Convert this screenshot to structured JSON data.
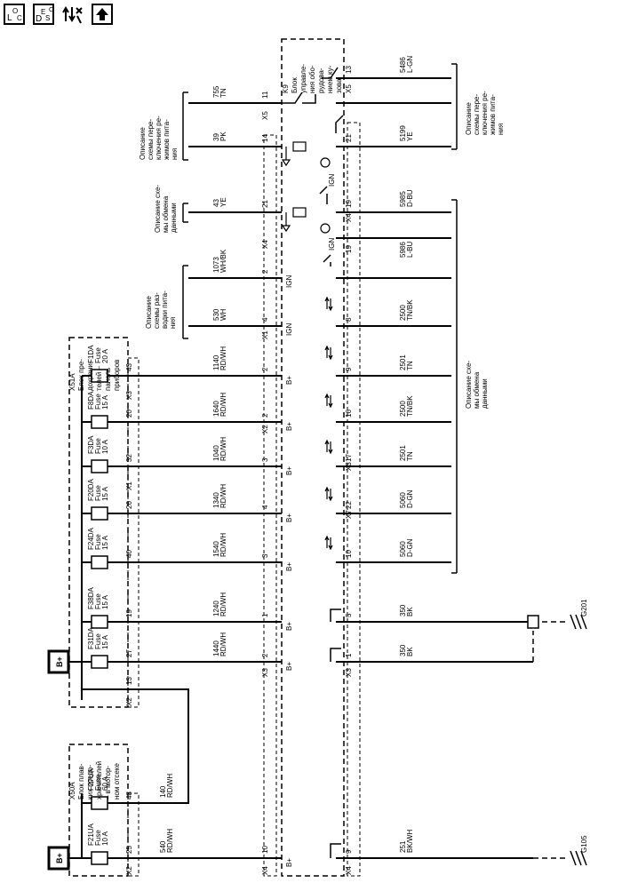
{
  "toolbar": {
    "loc": {
      "a": "L",
      "b": "O",
      "c": "C"
    },
    "desc": {
      "a": "D",
      "b": "E",
      "c": "S",
      "d": "C"
    },
    "icons": [
      "swap-icon",
      "up-arrow-icon"
    ]
  },
  "x50a": {
    "id": "X50A",
    "l1": "Блок плав-",
    "l2": "ких предо-",
    "l3": "хранителей",
    "l4": "– в мотор-",
    "l5": "ном отсеке"
  },
  "x51a": {
    "id": "X51A",
    "l1": "Блок пре-",
    "l2": "дохрани-",
    "l3": "телей –",
    "l4": "панель",
    "l5": "приборов"
  },
  "k9": {
    "id": "K9",
    "l1": "Блок",
    "l2": "управле-",
    "l3": "ния обо-",
    "l4": "рудова-",
    "l5": "нием ку-",
    "l6": "зова"
  },
  "fuses": [
    {
      "n": "F21UA",
      "t": "Fuse",
      "a": "10 A"
    },
    {
      "n": "F27UA",
      "t": "Fuse",
      "a": "60 A"
    },
    {
      "n": "F31DA",
      "t": "Fuse",
      "a": "15 A"
    },
    {
      "n": "F38DA",
      "t": "Fuse",
      "a": "15 A"
    },
    {
      "n": "F24DA",
      "t": "Fuse",
      "a": "15 A"
    },
    {
      "n": "F20DA",
      "t": "Fuse",
      "a": "15 A"
    },
    {
      "n": "F3DA",
      "t": "Fuse",
      "a": "10 A"
    },
    {
      "n": "F8DA",
      "t": "Fuse",
      "a": "15 A"
    },
    {
      "n": "F1DA",
      "t": "Fuse",
      "a": "20 A"
    }
  ],
  "bplus": "B+",
  "wires": [
    {
      "c": "540",
      "k": "RD/WH"
    },
    {
      "c": "140",
      "k": "RD/WH"
    },
    {
      "c": "1440",
      "k": "RD/WH"
    },
    {
      "c": "1240",
      "k": "RD/WH"
    },
    {
      "c": "1540",
      "k": "RD/WH"
    },
    {
      "c": "1340",
      "k": "RD/WH"
    },
    {
      "c": "1040",
      "k": "RD/WH"
    },
    {
      "c": "1640",
      "k": "RD/WH"
    },
    {
      "c": "1140",
      "k": "RD/WH"
    },
    {
      "c": "530",
      "k": "WH"
    },
    {
      "c": "1073",
      "k": "WH/BK"
    },
    {
      "c": "43",
      "k": "YE"
    },
    {
      "c": "39",
      "k": "PK"
    },
    {
      "c": "755",
      "k": "TN"
    },
    {
      "c": "251",
      "k": "BK/WH"
    },
    {
      "c": "350",
      "k": "BK"
    },
    {
      "c": "350",
      "k": "BK"
    },
    {
      "c": "5060",
      "k": "D-GN"
    },
    {
      "c": "5060",
      "k": "D-GN"
    },
    {
      "c": "2501",
      "k": "TN"
    },
    {
      "c": "2500",
      "k": "TN/BK"
    },
    {
      "c": "2501",
      "k": "TN"
    },
    {
      "c": "2500",
      "k": "TN/BK"
    },
    {
      "c": "5986",
      "k": "L-BU"
    },
    {
      "c": "5985",
      "k": "D-BU"
    },
    {
      "c": "5199",
      "k": "YE"
    },
    {
      "c": "5486",
      "k": "L-GN"
    }
  ],
  "pins_a": [
    "25",
    "48",
    "27",
    "19",
    "40",
    "26",
    "32",
    "20",
    "43",
    "13"
  ],
  "conn_a": [
    "X2",
    "X2",
    "X1",
    "X3"
  ],
  "pins_b": [
    "10",
    "2",
    "1",
    "3",
    "4",
    "3",
    "2",
    "2",
    "4",
    "2",
    "21",
    "14",
    "11"
  ],
  "conn_b": [
    "X4",
    "X3",
    "X2",
    "X1",
    "X4",
    "X5"
  ],
  "pins_c": [
    "9",
    "1",
    "5",
    "10",
    "22",
    "17",
    "16",
    "9",
    "8",
    "19",
    "19",
    "21",
    "13"
  ],
  "conn_c": [
    "X4",
    "X3",
    "X7",
    "X3",
    "X4",
    "X5"
  ],
  "ign": "IGN",
  "grounds": [
    "G105",
    "G201"
  ],
  "refs": {
    "pd1": "Описание",
    "pd2": "схемы раз-",
    "pd3": "водки пита-",
    "pd4": "ния",
    "dx1": "Описание схе-",
    "dx2": "мы обмена",
    "dx3": "данными",
    "pm1": "Описание",
    "pm2": "схемы пере-",
    "pm3": "ключения ре-",
    "pm4": "жимов пита-",
    "pm5": "ния",
    "pr1": "Описание",
    "pr2": "схемы пере-",
    "pr3": "ключения ре-",
    "pr4": "жимов пита-",
    "pr5": "ния",
    "dr1": "Описание схе-",
    "dr2": "мы обмена",
    "dr3": "данными"
  }
}
